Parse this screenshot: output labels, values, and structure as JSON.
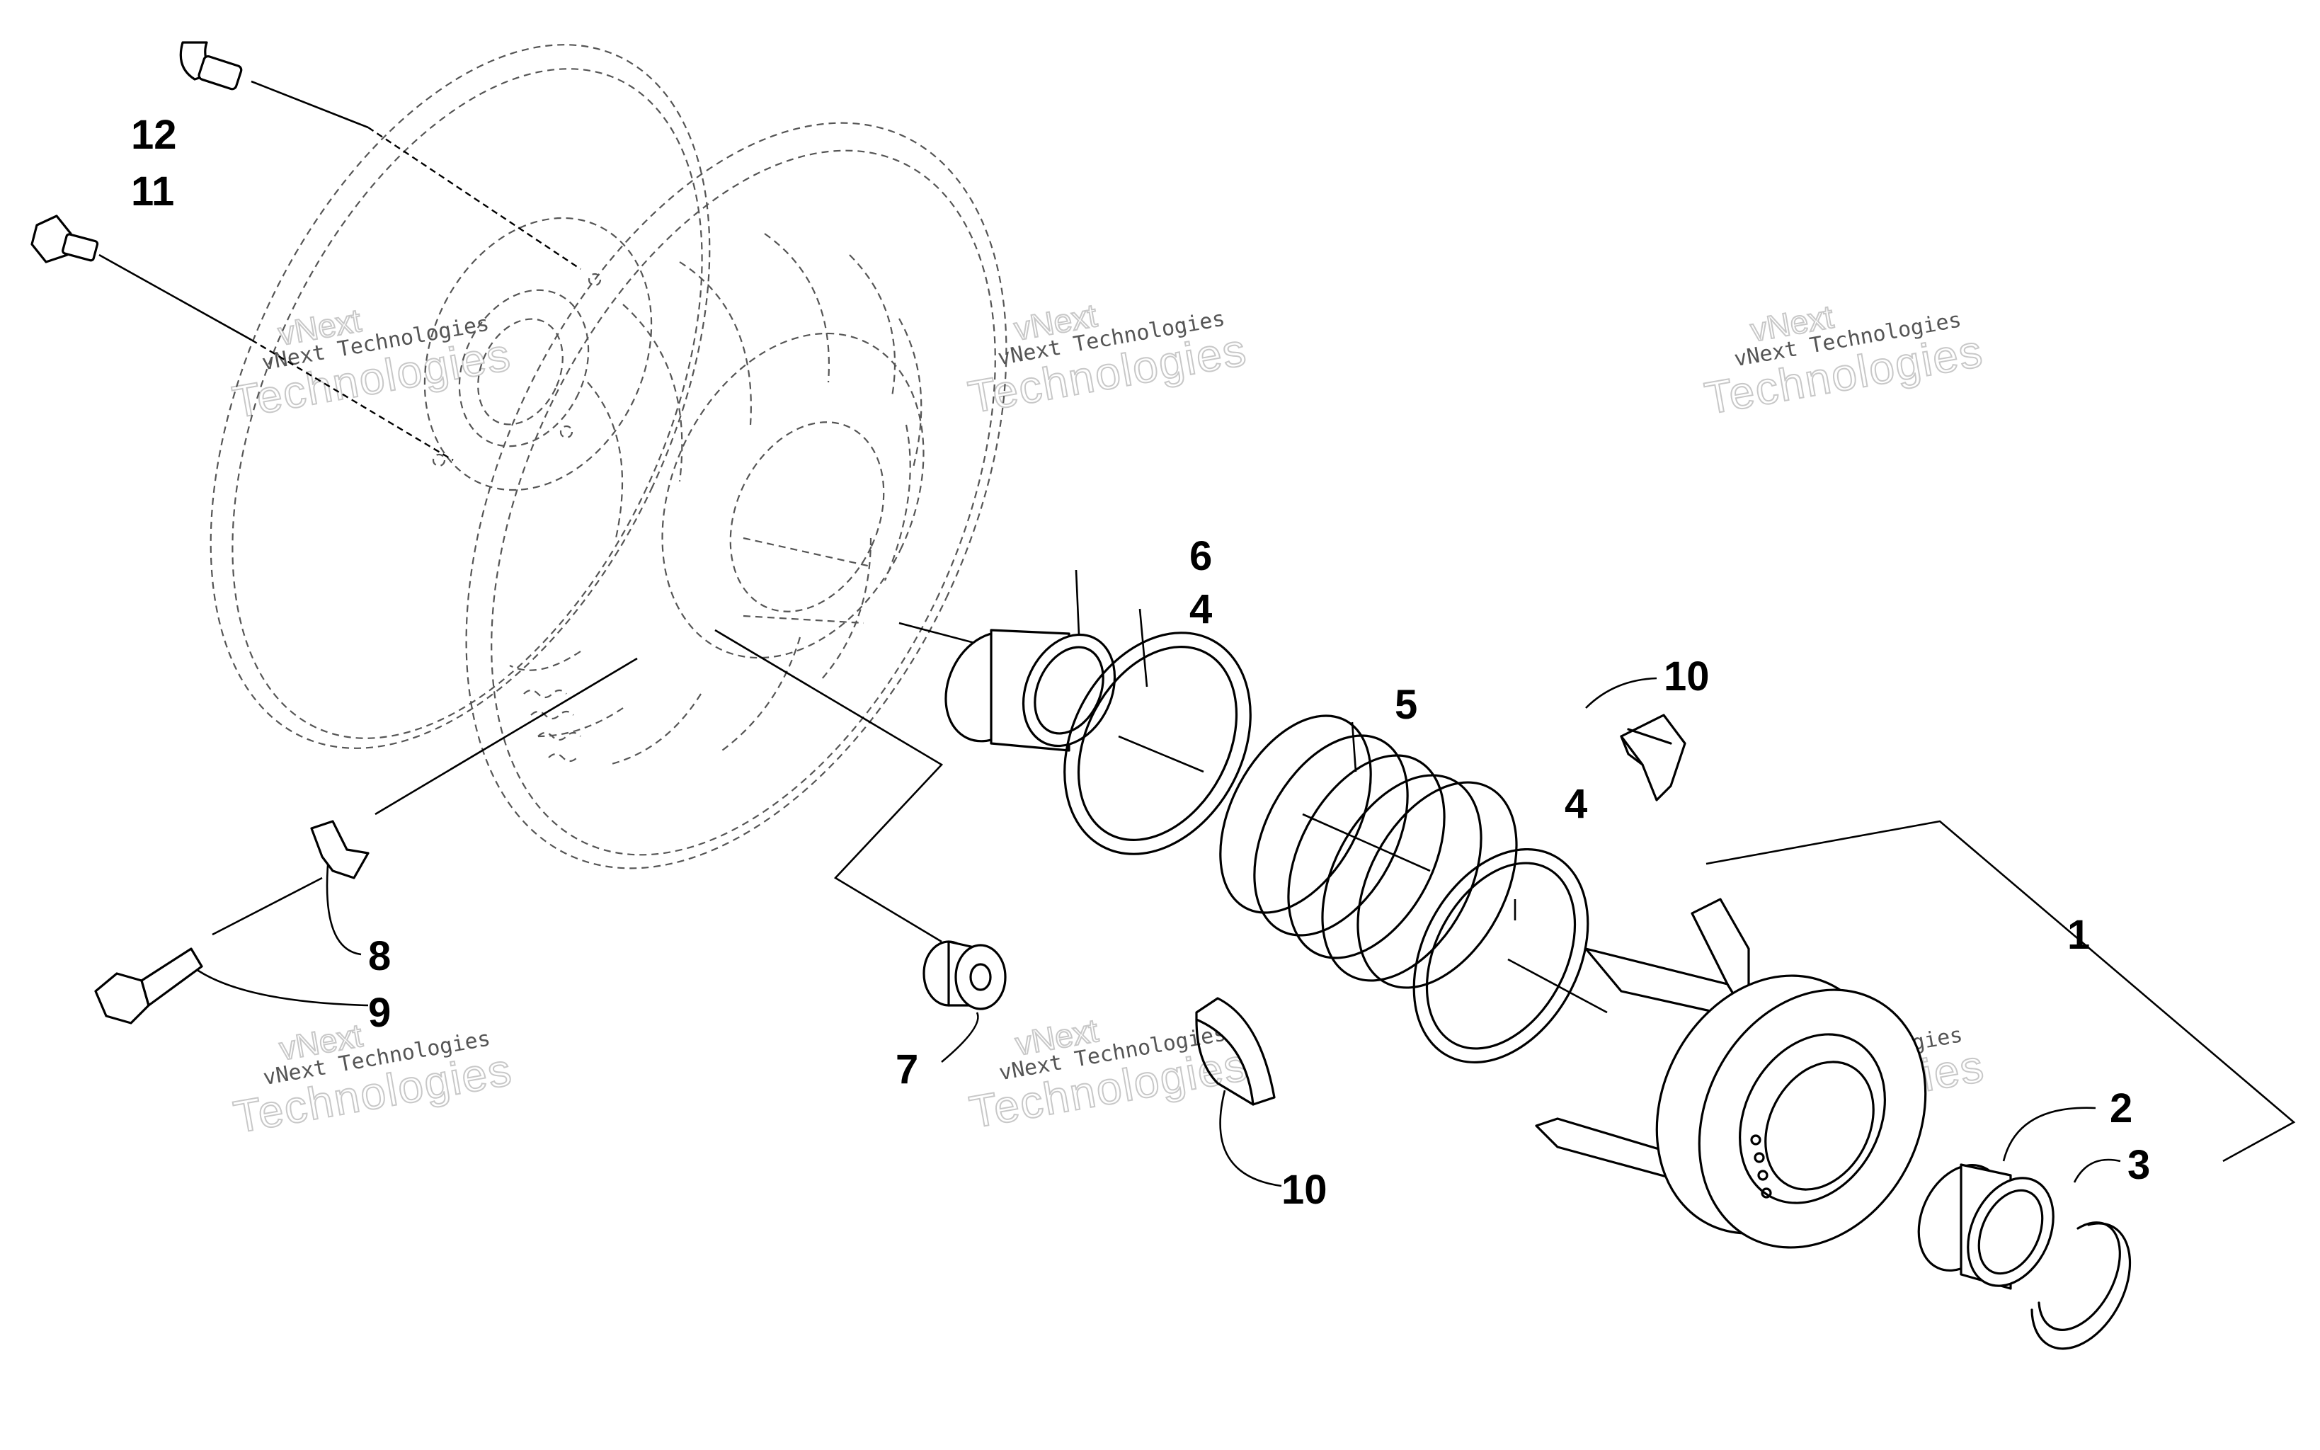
{
  "callouts": [
    {
      "id": "c12",
      "label": "12"
    },
    {
      "id": "c11",
      "label": "11"
    },
    {
      "id": "c6",
      "label": "6"
    },
    {
      "id": "c4a",
      "label": "4"
    },
    {
      "id": "c5",
      "label": "5"
    },
    {
      "id": "c10a",
      "label": "10"
    },
    {
      "id": "c4b",
      "label": "4"
    },
    {
      "id": "c1",
      "label": "1"
    },
    {
      "id": "c8",
      "label": "8"
    },
    {
      "id": "c9",
      "label": "9"
    },
    {
      "id": "c7",
      "label": "7"
    },
    {
      "id": "c10b",
      "label": "10"
    },
    {
      "id": "c2",
      "label": "2"
    },
    {
      "id": "c3",
      "label": "3"
    }
  ],
  "watermark": {
    "line_top": "vNext",
    "line_small": "vNext Technologies",
    "line_big": "Technologies"
  }
}
